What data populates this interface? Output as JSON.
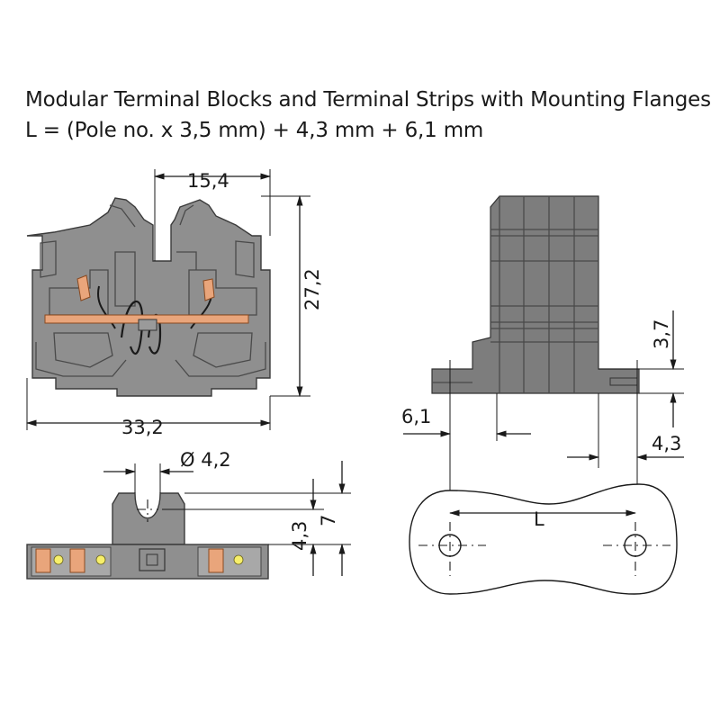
{
  "title": {
    "line1": "Modular Terminal Blocks and Terminal Strips with Mounting Flanges",
    "line2": "L = (Pole no. x 3,5 mm) + 4,3 mm + 6,1 mm"
  },
  "dimensions": {
    "top_width": "15,4",
    "height": "27,2",
    "base_width": "33,2",
    "hole_diameter": "Ø 4,2",
    "hole_height": "4,3",
    "flange_height": "7",
    "side_offset": "3,7",
    "left_flange": "6,1",
    "right_flange": "4,3",
    "length": "L"
  },
  "colors": {
    "housing": "#8f8f8f",
    "lever": "#e9a57b",
    "contact": "#f7ef6a"
  }
}
